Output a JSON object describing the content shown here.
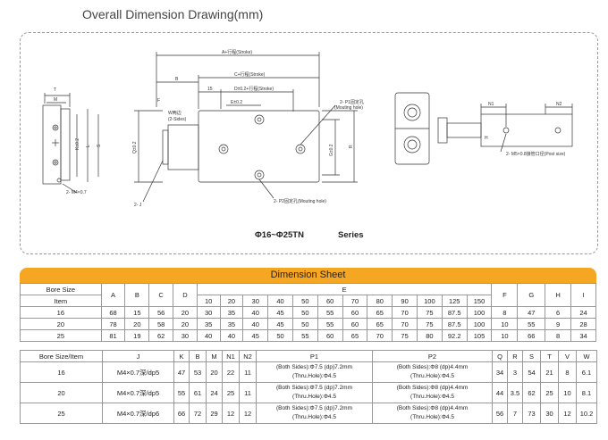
{
  "page": {
    "title": "Overall Dimension Drawing(mm)"
  },
  "drawing": {
    "labels": {
      "a": "A+行程(Stroke)",
      "c": "C+行程(Stroke)",
      "d": "D±0.2+行程(Stroke)",
      "b": "B",
      "n15": "15",
      "e": "E±0.2",
      "t": "T",
      "m": "M",
      "k": "K±0.2",
      "l": "L",
      "s": "S",
      "w": "W两边",
      "w2": "(2-Sides)",
      "f": "F",
      "q": "Q±0.2",
      "g": "G±0.2",
      "r": "R",
      "p1a": "2- P1固定孔",
      "p1b": "(Mouting hole)",
      "p2": "2- P2固定孔(Mouting hole)",
      "m4": "2- M4×0.7",
      "j": "2- J",
      "n1": "N1",
      "n2": "N2",
      "h": "H",
      "m5": "2- M5×0.8接管口径(Post size)"
    },
    "series_range": "Φ16~Φ25TN",
    "series_word": "Series"
  },
  "sheet": {
    "title": "Dimension Sheet",
    "t1": {
      "bore_size": "Bore Size",
      "item": "Item",
      "cols": [
        "A",
        "B",
        "C",
        "D"
      ],
      "e": "E",
      "e_strokes": [
        "10",
        "20",
        "30",
        "40",
        "50",
        "60",
        "70",
        "80",
        "90",
        "100",
        "125",
        "150"
      ],
      "tail_cols": [
        "F",
        "G",
        "H",
        "I"
      ],
      "rows": [
        {
          "bore": "16",
          "a": "68",
          "b": "15",
          "c": "56",
          "d": "20",
          "e": [
            "30",
            "35",
            "40",
            "45",
            "50",
            "55",
            "60",
            "65",
            "70",
            "75",
            "87.5",
            "100"
          ],
          "f": "8",
          "g": "47",
          "h": "6",
          "i": "24"
        },
        {
          "bore": "20",
          "a": "78",
          "b": "20",
          "c": "58",
          "d": "20",
          "e": [
            "35",
            "35",
            "40",
            "45",
            "50",
            "55",
            "60",
            "65",
            "70",
            "75",
            "87.5",
            "100"
          ],
          "f": "10",
          "g": "55",
          "h": "9",
          "i": "28"
        },
        {
          "bore": "25",
          "a": "81",
          "b": "19",
          "c": "62",
          "d": "30",
          "e": [
            "40",
            "40",
            "45",
            "50",
            "55",
            "60",
            "65",
            "70",
            "75",
            "80",
            "92.2",
            "105"
          ],
          "f": "10",
          "g": "66",
          "h": "8",
          "i": "34"
        }
      ]
    },
    "t2": {
      "headers": [
        "Bore Size/Item",
        "J",
        "K",
        "B",
        "M",
        "N1",
        "N2",
        "P1",
        "P2",
        "Q",
        "R",
        "S",
        "T",
        "V",
        "W"
      ],
      "rows": [
        {
          "bore": "16",
          "j": "M4×0.7深/dp5",
          "k": "47",
          "b": "53",
          "m": "20",
          "n1": "22",
          "n2": "11",
          "p1a": "(Both Sides):Φ7.5  (dp)7.2mm",
          "p1b": "(Thru.Hole):Φ4.5",
          "p2a": "(Both Sides):Φ8  (dp)4.4mm",
          "p2b": "(Thru.Hole):Φ4.5",
          "q": "34",
          "r": "3",
          "s": "54",
          "t": "21",
          "v": "8",
          "w": "6.1"
        },
        {
          "bore": "20",
          "j": "M4×0.7深/dp5",
          "k": "55",
          "b": "61",
          "m": "24",
          "n1": "25",
          "n2": "11",
          "p1a": "(Both Sides):Φ7.5  (dp)7.2mm",
          "p1b": "(Thru.Hole):Φ4.5",
          "p2a": "(Both Sides):Φ8  (dp)4.4mm",
          "p2b": "(Thru.Hole):Φ4.5",
          "q": "44",
          "r": "3.5",
          "s": "62",
          "t": "25",
          "v": "10",
          "w": "8.1"
        },
        {
          "bore": "25",
          "j": "M4×0.7深/dp6",
          "k": "66",
          "b": "72",
          "m": "29",
          "n1": "12",
          "n2": "12",
          "p1a": "(Both Sides):Φ7.5  (dp)7.2mm",
          "p1b": "(Thru.Hole):Φ4.5",
          "p2a": "(Both Sides):Φ8  (dp)4.4mm",
          "p2b": "(Thru.Hole):Φ4.5",
          "q": "56",
          "r": "7",
          "s": "73",
          "t": "30",
          "v": "12",
          "w": "10.2"
        }
      ]
    }
  }
}
